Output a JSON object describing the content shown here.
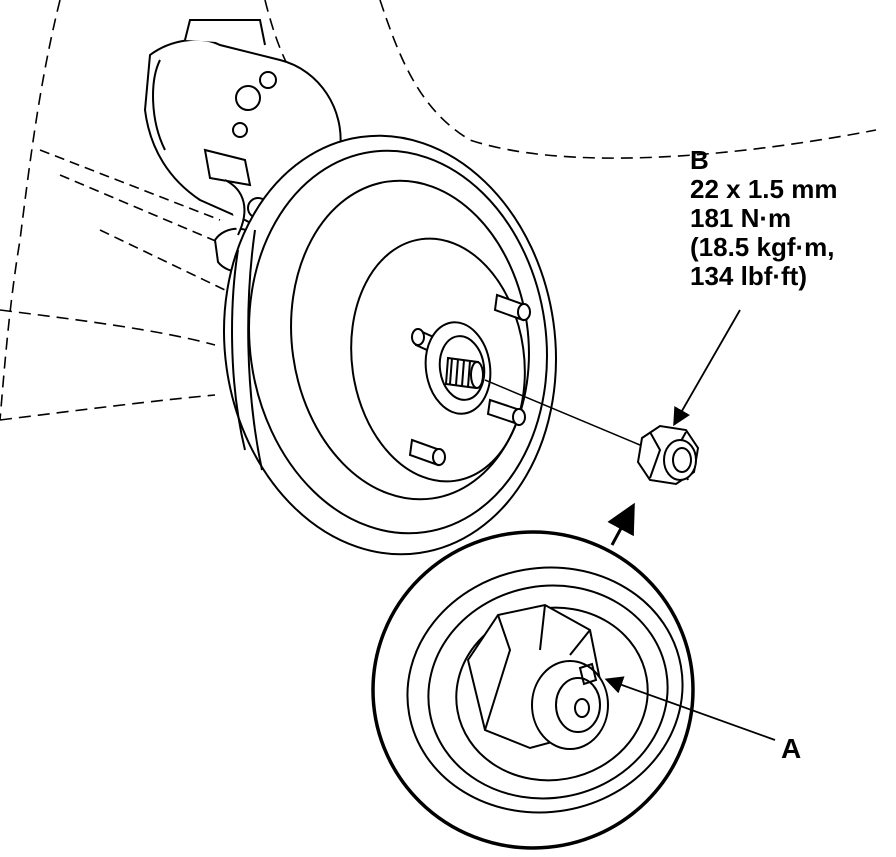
{
  "callouts": {
    "a": "A",
    "b": {
      "letter": "B",
      "size": "22 x 1.5 mm",
      "torque_nm": "181 N·m",
      "torque_kgfm": "(18.5 kgf·m,",
      "torque_lbfft": "134 lbf·ft)"
    }
  },
  "colors": {
    "ink": "#000000",
    "paper": "#ffffff"
  }
}
